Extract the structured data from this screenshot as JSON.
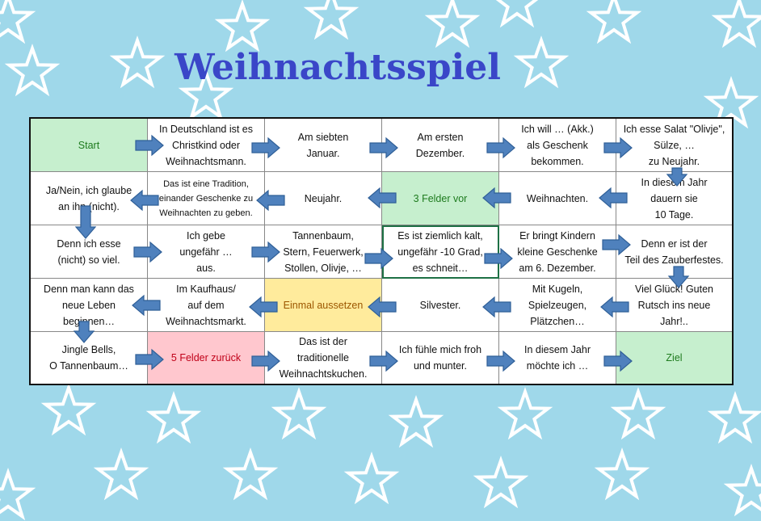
{
  "title": "Weihnachtsspiel",
  "colors": {
    "background": "#9fd8ea",
    "title": "#3a46c8",
    "arrow": "#4f81bd",
    "green": "#c6efce",
    "yellow": "#ffeb9c",
    "red": "#ffc7ce"
  },
  "board": {
    "rows": [
      [
        {
          "text": "Start",
          "style": "green"
        },
        {
          "text": "In Deutschland ist es\nChristkind oder\nWeihnachtsmann."
        },
        {
          "text": "Am siebten\nJanuar."
        },
        {
          "text": "Am ersten\nDezember."
        },
        {
          "text": "Ich will … (Akk.)\nals Geschenk\nbekommen."
        },
        {
          "text": "Ich esse Salat \"Olivje\",\nSülze, …\nzu Neujahr."
        }
      ],
      [
        {
          "text": "Ja/Nein, ich glaube\nan ihn (nicht)."
        },
        {
          "text": "Das ist eine Tradition,\neinander Geschenke zu\nWeihnachten zu geben.",
          "style": "small"
        },
        {
          "text": "Neujahr."
        },
        {
          "text": "3 Felder vor",
          "style": "green"
        },
        {
          "text": "Weihnachten."
        },
        {
          "text": "In diesem Jahr\ndauern sie\n10 Tage."
        }
      ],
      [
        {
          "text": "Denn ich esse\n(nicht) so viel."
        },
        {
          "text": "Ich gebe\nungefähr …\naus."
        },
        {
          "text": "Tannenbaum,\nStern, Feuerwerk,\nStollen, Olivje, …"
        },
        {
          "text": "Es ist ziemlich kalt,\nungefähr -10 Grad,\nes schneit…",
          "style": "selected"
        },
        {
          "text": "Er bringt Kindern\nkleine Geschenke\nam 6. Dezember."
        },
        {
          "text": "Denn er ist der\nTeil des Zauberfestes."
        }
      ],
      [
        {
          "text": "Denn man kann das\nneue Leben\nbeginnen…"
        },
        {
          "text": "Im Kaufhaus/\nauf dem\nWeihnachtsmarkt."
        },
        {
          "text": "Einmal aussetzen",
          "style": "yellow"
        },
        {
          "text": "Silvester."
        },
        {
          "text": "Mit Kugeln,\nSpielzeugen,\nPlätzchen…"
        },
        {
          "text": "Viel Glück! Guten\nRutsch ins neue\nJahr!.."
        }
      ],
      [
        {
          "text": "Jingle Bells,\nO Tannenbaum…"
        },
        {
          "text": "5 Felder zurück",
          "style": "red"
        },
        {
          "text": "Das ist der\ntraditionelle\nWeihnachtskuchen."
        },
        {
          "text": "Ich fühle mich froh\nund munter."
        },
        {
          "text": "In diesem Jahr\nmöchte ich …"
        },
        {
          "text": "Ziel",
          "style": "green"
        }
      ]
    ]
  }
}
